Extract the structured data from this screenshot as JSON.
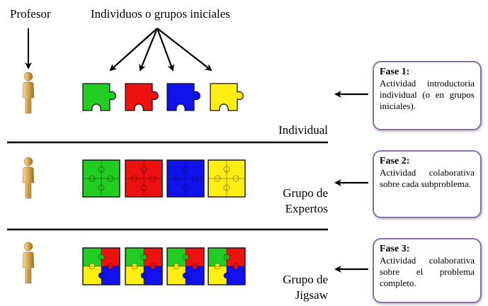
{
  "top": {
    "profesor_label": "Profesor",
    "individuos_label": "Individuos o grupos iniciales"
  },
  "rows": [
    {
      "name": "individual",
      "label_lines": [
        "Individual"
      ]
    },
    {
      "name": "expertos",
      "label_lines": [
        "Grupo de",
        "Expertos"
      ]
    },
    {
      "name": "jigsaw",
      "label_lines": [
        "Grupo de",
        "Jigsaw"
      ]
    }
  ],
  "phases": [
    {
      "title": "Fase 1:",
      "text": "Actividad introductoria individual (o en grupos iniciales)."
    },
    {
      "title": "Fase 2:",
      "text": "Actividad colaborativa sobre cada subproblema."
    },
    {
      "title": "Fase 3:",
      "text": "Actividad colaborativa sobre el problema completo."
    }
  ],
  "colors": {
    "green": "#22cc22",
    "red": "#ee1111",
    "blue": "#1111ee",
    "yellow": "#ffee11",
    "figure": "#d6a84e",
    "box_border": "#8a6fa8"
  },
  "icons": {
    "teacher": "person-figure-icon",
    "piece": "puzzle-piece-icon"
  }
}
